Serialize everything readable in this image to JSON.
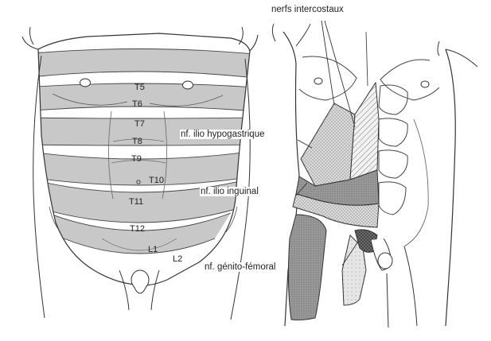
{
  "left_figure": {
    "segments": [
      "T5",
      "T6",
      "T7",
      "T8",
      "T9",
      "T10",
      "T11",
      "T12",
      "L1",
      "L2"
    ]
  },
  "right_figure": {
    "nerves": [
      "nerfs intercostaux",
      "nf. ilio hypogastrique",
      "nf. ilio inguinal",
      "nf. génito-fémoral"
    ]
  },
  "colors": {
    "line": "#333333",
    "band": "#c8c8c8",
    "band_dark": "#b5b5b5",
    "background": "#ffffff"
  }
}
